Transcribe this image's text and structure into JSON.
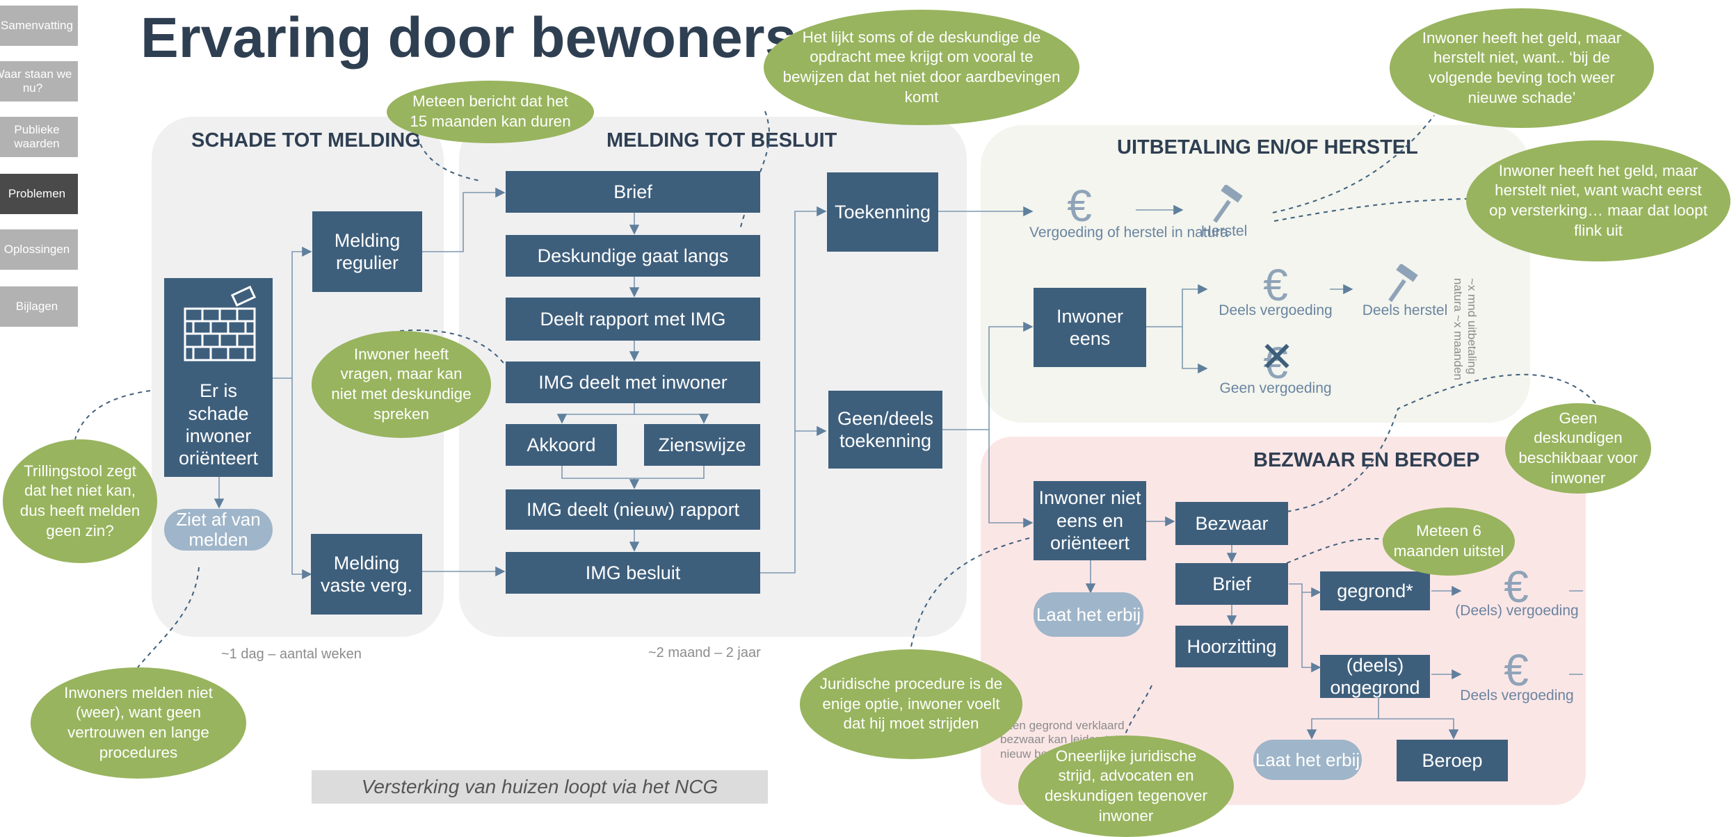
{
  "nav": [
    "Samenvatting",
    "Waar staan we nu?",
    "Publieke waarden",
    "Problemen",
    "Oplossingen",
    "Bijlagen"
  ],
  "title": "Ervaring door bewoners",
  "sections": {
    "schade": "SCHADE TOT MELDING",
    "melding": "MELDING TOT BESLUIT",
    "uitbetaling": "UITBETALING EN/OF HERSTEL",
    "bezwaar": "BEZWAAR EN BEROEP"
  },
  "boxes": {
    "schade": "Er is schade inwoner oriënteert",
    "melding_regulier": "Melding regulier",
    "melding_vaste": "Melding vaste verg.",
    "brief": "Brief",
    "deskundige": "Deskundige gaat langs",
    "deelt_rapport": "Deelt rapport met IMG",
    "img_deelt": "IMG deelt met inwoner",
    "akkoord": "Akkoord",
    "zienswijze": "Zienswijze",
    "img_nieuw": "IMG deelt (nieuw) rapport",
    "img_besluit": "IMG besluit",
    "toekenning": "Toekenning",
    "geen_deels": "Geen/deels toekenning",
    "inwoner_eens": "Inwoner eens",
    "inwoner_niet_eens": "Inwoner niet eens en oriënteert",
    "bezwaar": "Bezwaar",
    "brief2": "Brief",
    "hoorzitting": "Hoorzitting",
    "gegrond": "gegrond*",
    "ongegrond": "(deels) ongegrond",
    "beroep": "Beroep"
  },
  "pills": {
    "ziet_af": "Ziet af van melden",
    "laat_erbij1": "Laat het erbij",
    "laat_erbij2": "Laat het erbij"
  },
  "labels": {
    "vergoeding_natura": "Vergoeding of herstel in natura",
    "herstel": "Herstel",
    "deels_vergoeding": "Deels vergoeding",
    "deels_herstel": "Deels herstel",
    "geen_vergoeding": "Geen vergoeding",
    "deels_vergoeding_paren": "(Deels) vergoeding",
    "deels_vergoeding2": "Deels vergoeding",
    "time1": "~1 dag – aantal weken",
    "time2": "~2 maand – 2 jaar",
    "vertical": "~x mnd uitbetaling natura ~x maanden",
    "footnote": "*Een gegrond verklaard bezwaar kan leiden tot een nieuw besluit",
    "ncg": "Versterking van huizen loopt via het NCG"
  },
  "bubbles": {
    "meteen15": "Meteen bericht dat het 15 maanden kan duren",
    "deskundige_opdracht": "Het lijkt soms of de deskundige de opdracht mee krijgt om vooral te bewijzen dat het niet door aardbevingen komt",
    "geld_beving": "Inwoner heeft het geld, maar herstelt niet, want.. ‘bij de volgende beving toch weer nieuwe schade’",
    "geld_versterking": "Inwoner heeft het geld, maar herstelt niet, want wacht eerst op versterking… maar dat loopt flink uit",
    "vragen": "Inwoner heeft vragen, maar kan niet met deskundige spreken",
    "trillingstool": "Trillingstool zegt dat het niet kan, dus heeft melden geen zin?",
    "geen_deskundigen": "Geen deskundigen beschikbaar voor inwoner",
    "meteen6": "Meteen 6 maanden uitstel",
    "inwoners_melden": "Inwoners melden niet (weer), want geen vertrouwen en lange procedures",
    "juridische": "Juridische procedure is de enige optie, inwoner voelt dat hij moet strijden",
    "oneerlijke": "Oneerlijke juridische strijd, advocaten en deskundigen tegenover inwoner"
  },
  "icons": {
    "euro": "€",
    "hammer": "hammer-icon",
    "cross": "✕"
  },
  "colors": {
    "box": "#3e5f7c",
    "bubble": "#98b45e",
    "pill": "#9fb5c9",
    "panel_gray": "#f0f0f1",
    "panel_green": "#f3f5ee",
    "panel_pink": "#fbe6e6",
    "title": "#2f3f52"
  }
}
